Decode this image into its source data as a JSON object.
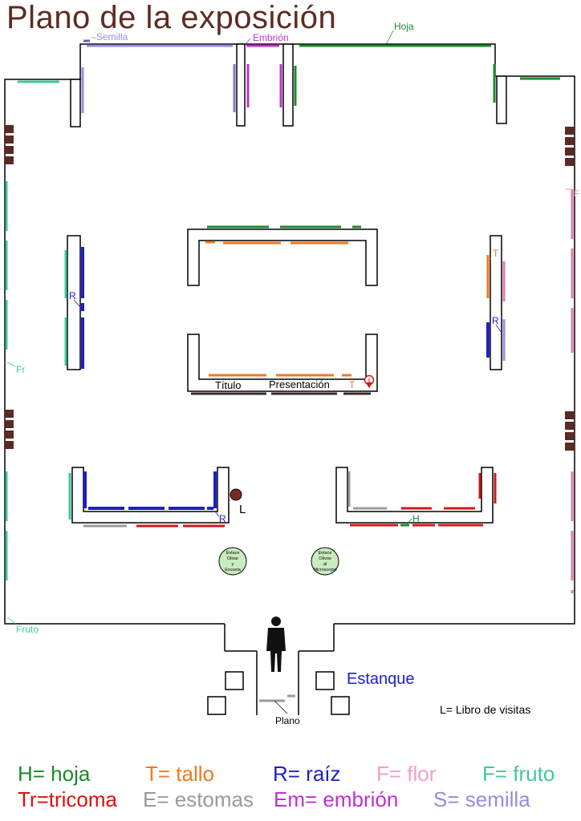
{
  "title": "Plano de la exposición",
  "wall_labels": {
    "semilla": "Semilla",
    "embrion": "Embrión",
    "hoja": "Hoja",
    "flor_f": "F",
    "fruto_fr": "Fr",
    "fruto": "Fruto",
    "r_left": "R",
    "r_right": "R",
    "t_right": "T",
    "t_center": "T",
    "r_bottom": "R",
    "h_bottom": "H",
    "l_marker": "L",
    "titulo": "Título",
    "presentacion": "Presentación",
    "info": "i",
    "plano": "Plano"
  },
  "links": [
    {
      "lines": [
        "Enlace",
        "Olivar",
        "y",
        "Escuela"
      ]
    },
    {
      "lines": [
        "Enlace",
        "Olivos",
        "al",
        "Microscopio"
      ]
    }
  ],
  "estanque": "Estanque",
  "libro_visitas": "L= Libro de visitas",
  "legend": [
    {
      "text": "H= hoja",
      "color": "#1a8a2a"
    },
    {
      "text": "T= tallo",
      "color": "#f07820"
    },
    {
      "text": "R= raíz",
      "color": "#1c1fc7"
    },
    {
      "text": "F= flor",
      "color": "#f4a0c4"
    },
    {
      "text": "F= fruto",
      "color": "#3ec89a"
    },
    {
      "text": "Tr=tricoma",
      "color": "#e01010"
    },
    {
      "text": "E= estomas",
      "color": "#9a9a9a"
    },
    {
      "text": "Em= embrión",
      "color": "#c030d0"
    },
    {
      "text": "S= semilla",
      "color": "#9a8ae0"
    }
  ],
  "colors": {
    "title": "#5e2b22",
    "hoja": "#1a8a2a",
    "tallo": "#f07820",
    "raiz": "#1c1fc7",
    "flor": "#e07aa8",
    "fruto": "#3ec89a",
    "tricoma": "#d01818",
    "estomas": "#9a9a9a",
    "embrion": "#c030d0",
    "semilla": "#9a8ae0",
    "door": "#5a2a24",
    "ground": "#3a2a28"
  },
  "icons": [
    "person-icon",
    "info-marker-icon",
    "guestbook-dot-icon"
  ]
}
